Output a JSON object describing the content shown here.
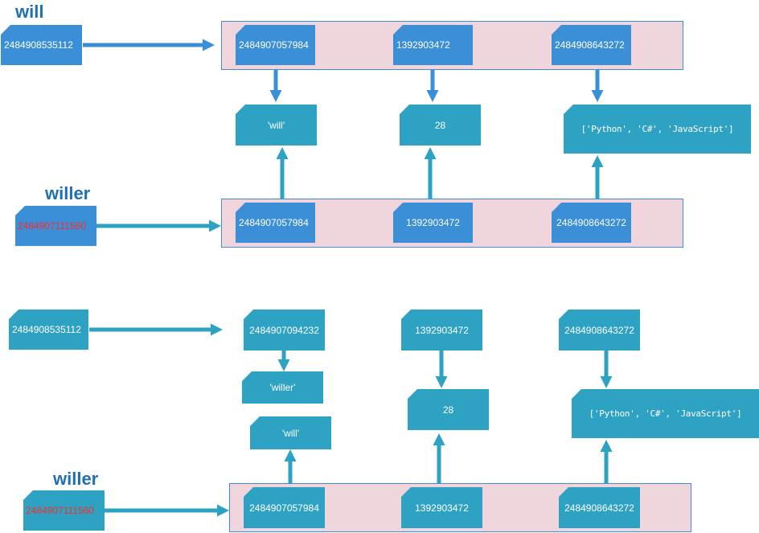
{
  "labels": {
    "will_top": "will",
    "willer_top": "willer",
    "willer_bottom": "willer"
  },
  "top": {
    "will_var_addr": "2484908535112",
    "will_list": [
      "2484907057984",
      "1392903472",
      "2484908643272"
    ],
    "objects": {
      "name": "'will'",
      "age": "28",
      "langs": "['Python', 'C#', 'JavaScript']"
    },
    "willer_var_addr": "2484907111560",
    "willer_list": [
      "2484907057984",
      "1392903472",
      "2484908643272"
    ]
  },
  "bottom": {
    "will_var_addr": "2484908535112",
    "refs": [
      "2484907094232",
      "1392903472",
      "2484908643272"
    ],
    "objects": {
      "new_name": "'willer'",
      "name": "'will'",
      "age": "28",
      "langs": "['Python', 'C#', 'JavaScript']"
    },
    "willer_var_addr": "2484907111560",
    "willer_list": [
      "2484907057984",
      "1392903472",
      "2484908643272"
    ]
  },
  "colors": {
    "blue": "#3b8fd6",
    "teal": "#2ea2c2",
    "arrow_blue": "#3b8fd6",
    "arrow_teal": "#2ea2c2",
    "container": "#f1d5dd",
    "label": "#1f6fb5",
    "highlight": "#ff2a2a"
  }
}
